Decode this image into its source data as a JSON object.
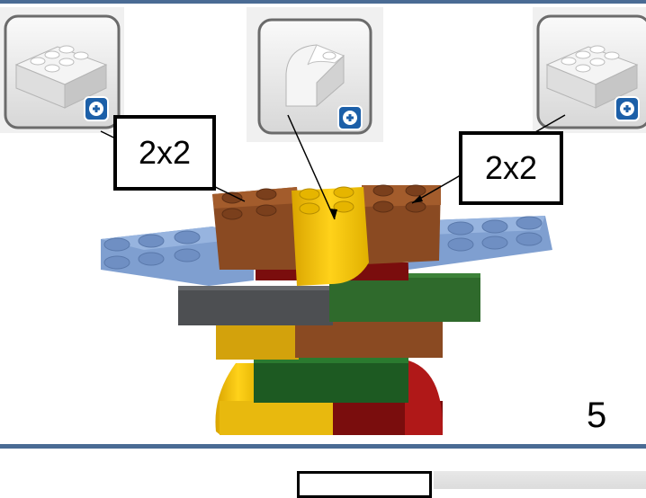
{
  "callouts": {
    "left_label": "2x2",
    "right_label": "2x2"
  },
  "step": {
    "number": "5"
  },
  "palette": {
    "brown": "#8a4a22",
    "yellow": "#f2c40e",
    "blue_plate": "#7f9fd0",
    "dark_gray": "#4d4f52",
    "green": "#2f6a2c",
    "dark_green": "#1d5a22",
    "dark_red": "#7a0d0d",
    "rule_blue": "#4a6b94",
    "add_badge": "#1c5fa8"
  },
  "parts": [
    {
      "icon": "brick-2x4-icon"
    },
    {
      "icon": "curved-slope-brick-icon"
    },
    {
      "icon": "brick-2x4-icon"
    }
  ]
}
